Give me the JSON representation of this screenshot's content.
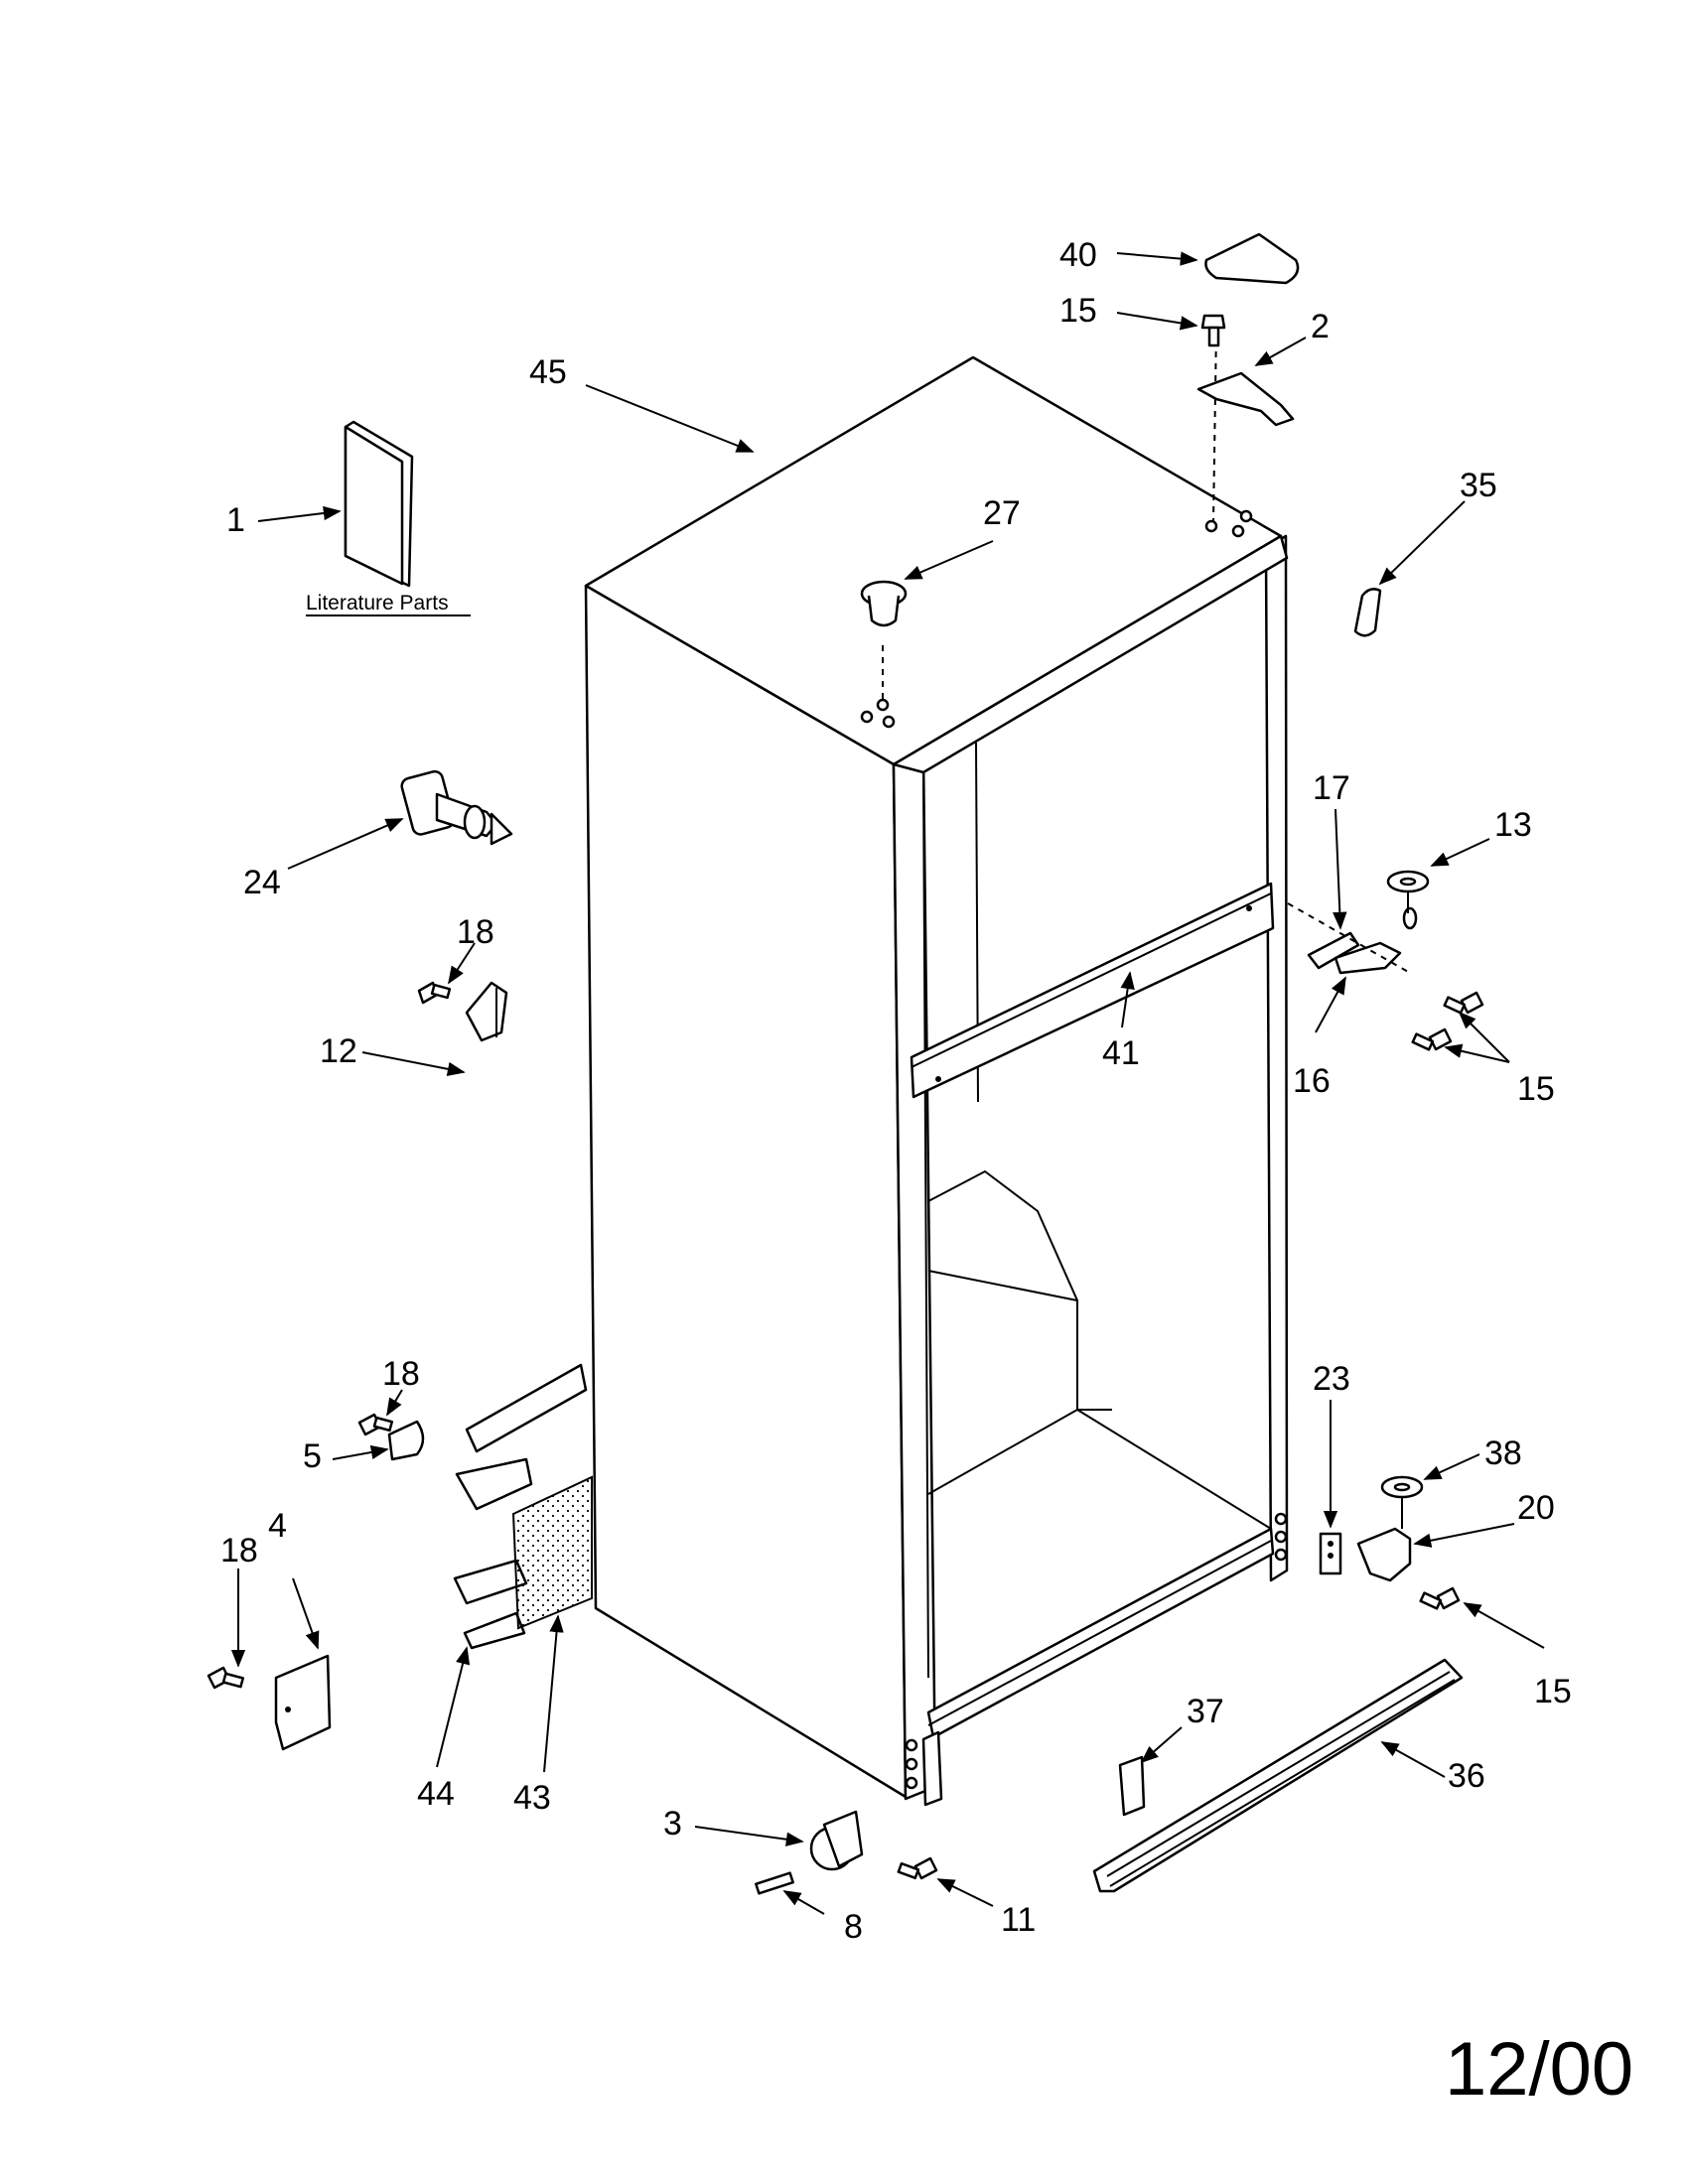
{
  "diagram": {
    "date_code": "12/00",
    "literature_label": "Literature Parts",
    "callouts": [
      {
        "id": "c40",
        "text": "40"
      },
      {
        "id": "c15a",
        "text": "15"
      },
      {
        "id": "c2",
        "text": "2"
      },
      {
        "id": "c45",
        "text": "45"
      },
      {
        "id": "c35",
        "text": "35"
      },
      {
        "id": "c1",
        "text": "1"
      },
      {
        "id": "c27",
        "text": "27"
      },
      {
        "id": "c17",
        "text": "17"
      },
      {
        "id": "c13",
        "text": "13"
      },
      {
        "id": "c24",
        "text": "24"
      },
      {
        "id": "c18a",
        "text": "18"
      },
      {
        "id": "c16",
        "text": "16"
      },
      {
        "id": "c15b",
        "text": "15"
      },
      {
        "id": "c12",
        "text": "12"
      },
      {
        "id": "c41",
        "text": "41"
      },
      {
        "id": "c23",
        "text": "23"
      },
      {
        "id": "c18b",
        "text": "18"
      },
      {
        "id": "c38",
        "text": "38"
      },
      {
        "id": "c5",
        "text": "5"
      },
      {
        "id": "c20",
        "text": "20"
      },
      {
        "id": "c18c",
        "text": "18"
      },
      {
        "id": "c4",
        "text": "4"
      },
      {
        "id": "c15c",
        "text": "15"
      },
      {
        "id": "c37",
        "text": "37"
      },
      {
        "id": "c44",
        "text": "44"
      },
      {
        "id": "c43",
        "text": "43"
      },
      {
        "id": "c36",
        "text": "36"
      },
      {
        "id": "c3",
        "text": "3"
      },
      {
        "id": "c11",
        "text": "11"
      },
      {
        "id": "c8",
        "text": "8"
      }
    ]
  }
}
